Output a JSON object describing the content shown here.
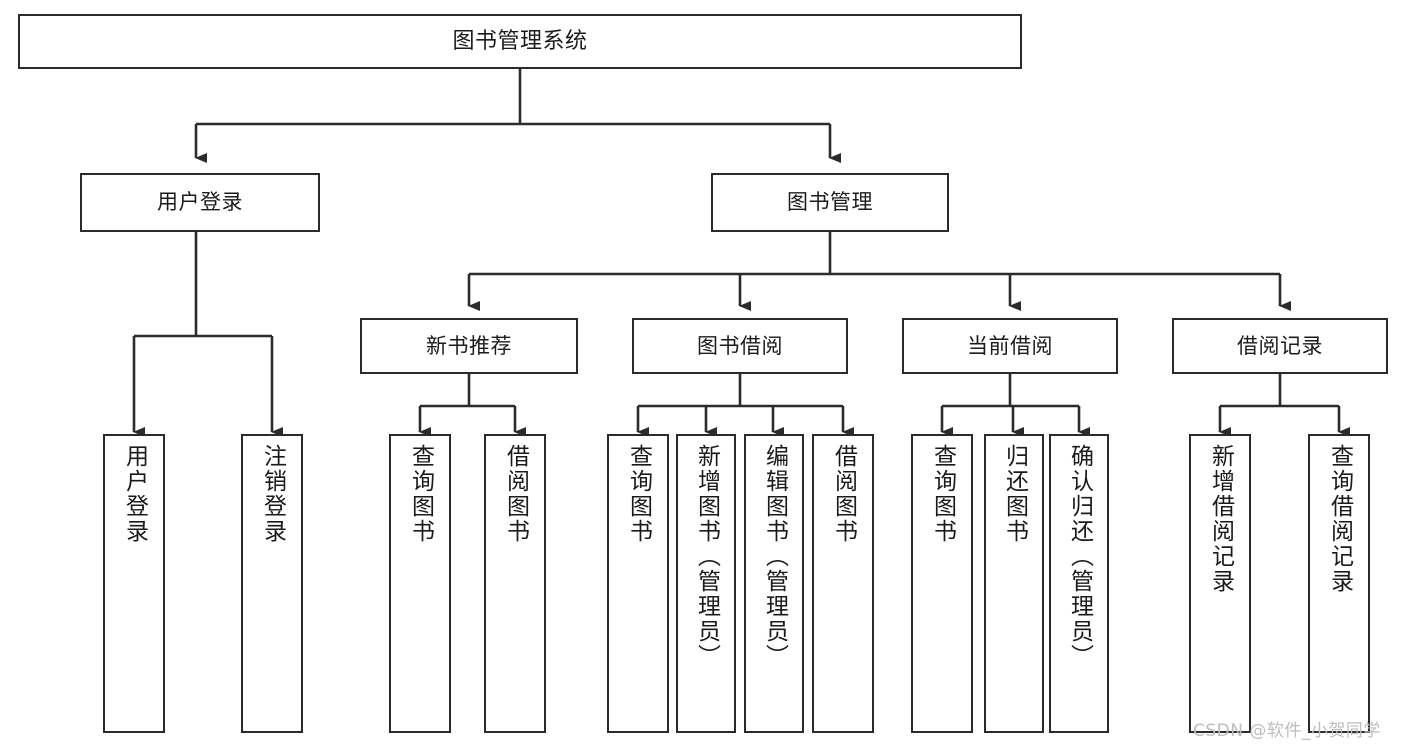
{
  "diagram": {
    "title": "图书管理系统",
    "type": "tree-hierarchy-chart",
    "colors": {
      "box_border": "#2b2b2b",
      "box_fill": "#ffffff",
      "edge": "#2b2b2b",
      "text": "#1b1b1b",
      "watermark": "#bdbdbd",
      "background": "#ffffff"
    },
    "root": {
      "label": "图书管理系统"
    },
    "level2": [
      {
        "label": "用户登录"
      },
      {
        "label": "图书管理"
      }
    ],
    "level3": [
      {
        "label": "新书推荐"
      },
      {
        "label": "图书借阅"
      },
      {
        "label": "当前借阅"
      },
      {
        "label": "借阅记录"
      }
    ],
    "leaves": {
      "user_login": [
        {
          "label": "用户登录"
        },
        {
          "label": "注销登录"
        }
      ],
      "new_book_recommend": [
        {
          "label": "查询图书"
        },
        {
          "label": "借阅图书"
        }
      ],
      "book_borrow": [
        {
          "label": "查询图书"
        },
        {
          "label": "新增图书（管理员）"
        },
        {
          "label": "编辑图书（管理员）"
        },
        {
          "label": "借阅图书"
        }
      ],
      "current_borrow": [
        {
          "label": "查询图书"
        },
        {
          "label": "归还图书"
        },
        {
          "label": "确认归还（管理员）"
        }
      ],
      "borrow_record": [
        {
          "label": "新增借阅记录"
        },
        {
          "label": "查询借阅记录"
        }
      ]
    }
  },
  "watermark": {
    "text": "CSDN @软件_小贺同学"
  }
}
